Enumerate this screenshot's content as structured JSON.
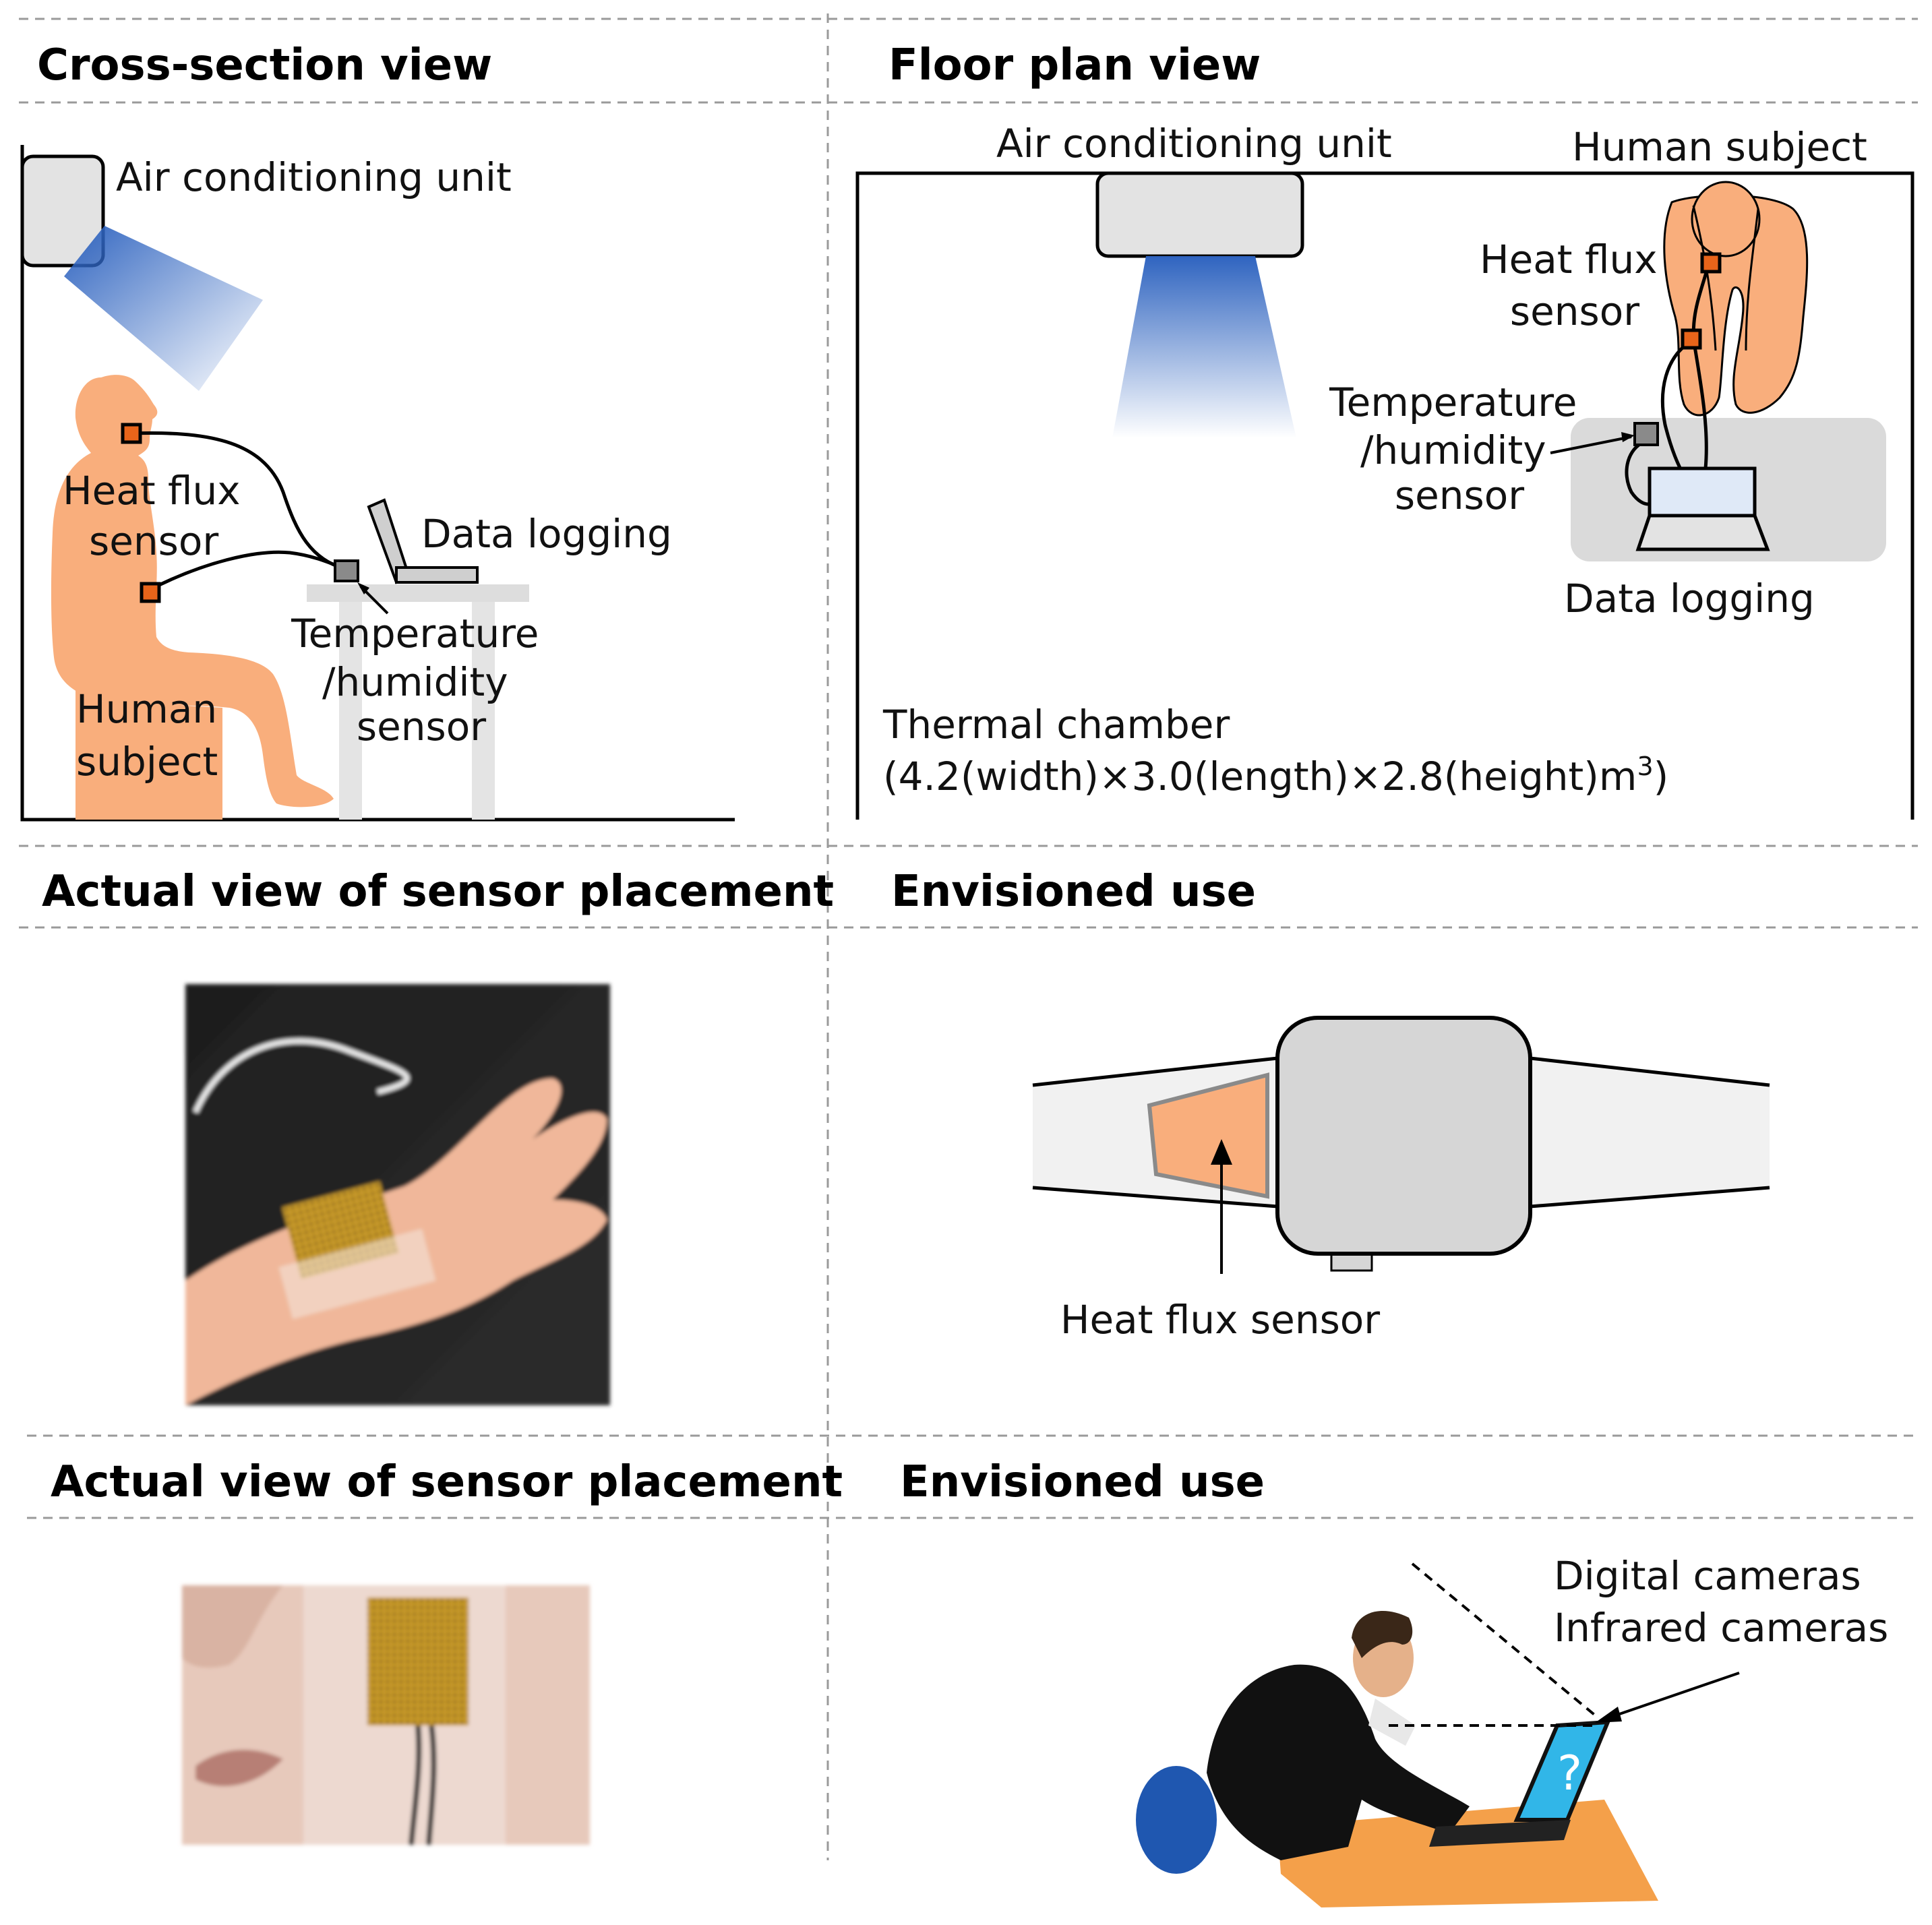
{
  "panels": {
    "cross_section": {
      "title": "Cross-section view",
      "ac_label": "Air conditioning unit",
      "heat_flux_label": [
        "Heat flux",
        "sensor"
      ],
      "data_logging_label": "Data logging",
      "temp_humidity_label": [
        "Temperature",
        "/humidity",
        "sensor"
      ],
      "human_label": [
        "Human",
        "subject"
      ]
    },
    "floor_plan": {
      "title": "Floor plan view",
      "ac_label": "Air conditioning unit",
      "human_label": "Human subject",
      "heat_flux_label": [
        "Heat flux",
        "sensor"
      ],
      "temp_humidity_label": [
        "Temperature",
        "/humidity",
        "sensor"
      ],
      "data_logging_label": "Data logging",
      "chamber_label": "Thermal chamber",
      "chamber_dims": "(4.2(width)×3.0(length)×2.8(height)m",
      "chamber_dims_sup": "3",
      "chamber_dims_end": ")"
    },
    "actual_wrist": {
      "title": "Actual view of sensor placement"
    },
    "envisioned_wrist": {
      "title": "Envisioned use",
      "sensor_label": "Heat flux sensor"
    },
    "actual_face": {
      "title": "Actual view of sensor placement"
    },
    "envisioned_face": {
      "title": "Envisioned use",
      "camera_labels": [
        "Digital cameras",
        "Infrared cameras"
      ]
    }
  },
  "colors": {
    "skin": "#f9ae7c",
    "sensor": "#e8641a",
    "airflow": "#3a6fc4",
    "device": "#d6d6d6",
    "table": "#dddddd",
    "suit": "#111111",
    "desk": "#f4a04a",
    "screen": "#31b6e8"
  }
}
